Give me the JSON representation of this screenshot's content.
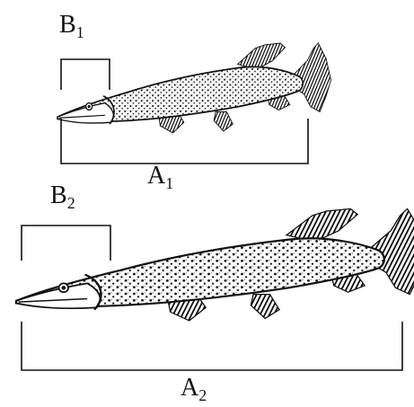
{
  "labels": {
    "b1": {
      "main": "B",
      "sub": "1"
    },
    "a1": {
      "main": "A",
      "sub": "1"
    },
    "b2": {
      "main": "B",
      "sub": "2"
    },
    "a2": {
      "main": "A",
      "sub": "2"
    }
  },
  "colors": {
    "ink": "#111111",
    "background": "#ffffff"
  }
}
